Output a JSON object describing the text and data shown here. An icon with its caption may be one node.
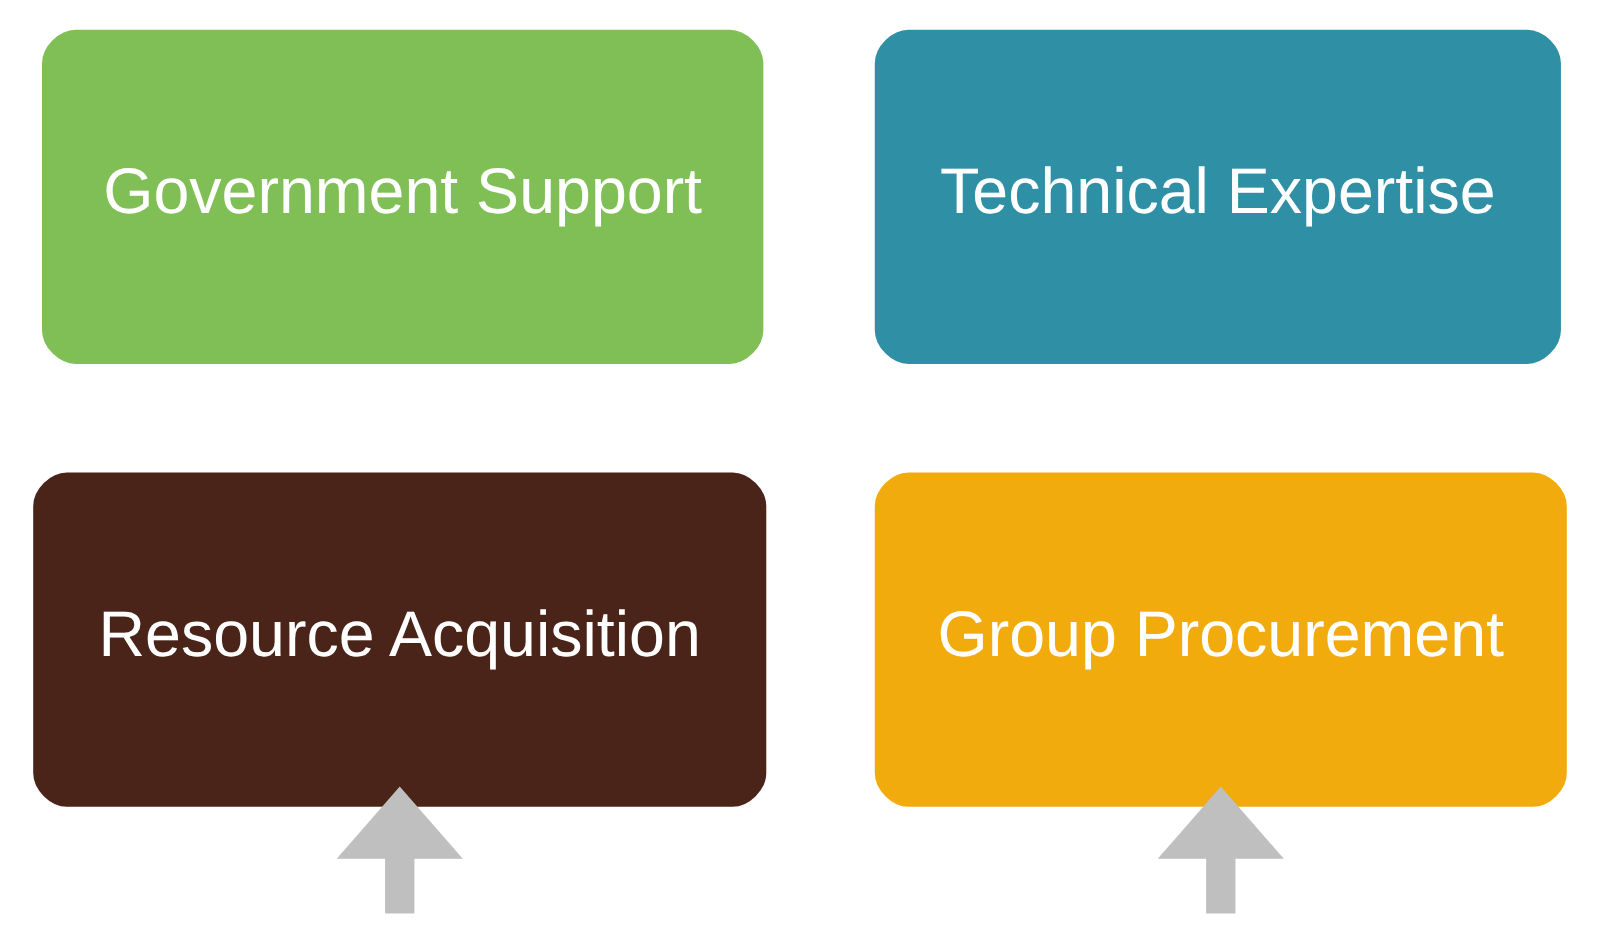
{
  "diagram": {
    "nodes": [
      {
        "text": [
          "Government Support"
        ]
      },
      {
        "text": [
          "Technical Expertise"
        ]
      },
      {
        "text": [
          "Resource Acquisition"
        ]
      },
      {
        "text": [
          "Group Procurement"
        ]
      }
    ],
    "edges": [
      {
        "from": null,
        "to": 2,
        "arrow": "to"
      },
      {
        "from": null,
        "to": 3,
        "arrow": "to"
      }
    ]
  }
}
